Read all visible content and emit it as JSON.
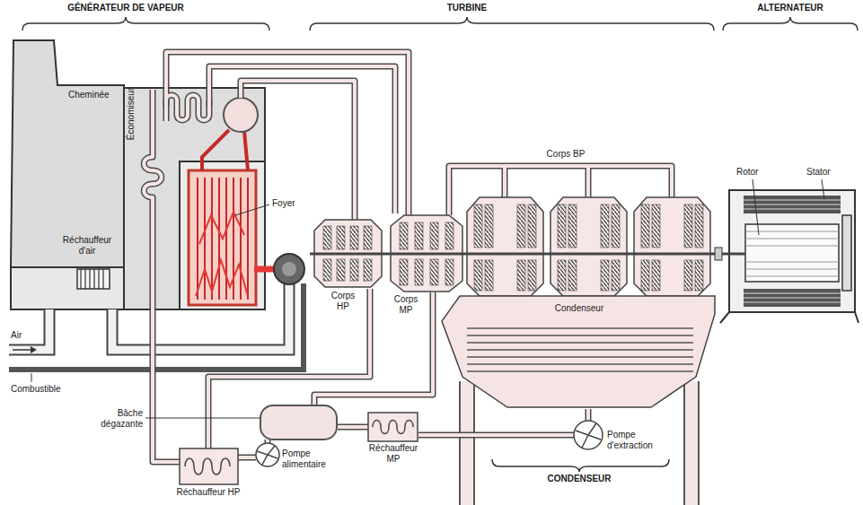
{
  "diagram": {
    "nodes": [
      {
        "text": [
          "Condenseur"
        ]
      }
    ],
    "labels": [
      "GÉNÉRATEUR DE VAPEUR",
      "TURBINE",
      "ALTERNATEUR",
      "Cheminée",
      "Économiseur",
      "Corps BP",
      "Rotor",
      "Stator",
      "Foyer",
      "Réchauffeur d'air",
      "Corps HP",
      "Corps MP",
      "Air",
      "Combustible",
      "Bâche dégazante",
      "Pompe alimentaire",
      "Pompe d'extraction",
      "Réchauffeur MP",
      "Réchauffeur HP",
      "CONDENSEUR"
    ]
  }
}
